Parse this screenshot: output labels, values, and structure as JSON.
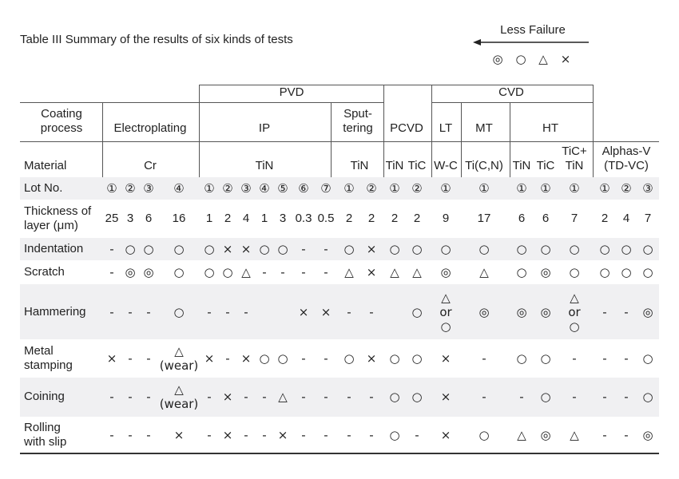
{
  "title": "Table III   Summary of the results of six kinds of tests",
  "legend": {
    "label": "Less Failure",
    "symbols": [
      "◎",
      "○",
      "△",
      "×"
    ]
  },
  "header": {
    "pvd": "PVD",
    "cvd": "CVD",
    "coating_process_label": "Coating\nprocess",
    "processes": {
      "electroplating": "Electroplating",
      "ip": "IP",
      "sputtering": "Sput-\ntering",
      "pcvd": "PCVD",
      "lt": "LT",
      "mt": "MT",
      "ht": "HT"
    },
    "material_label": "Material",
    "materials": [
      "Cr",
      "TiN",
      "TiN",
      "TiN",
      "TiC",
      "W-C",
      "Ti(C,N)",
      "TiN",
      "TiC",
      "TiC+\nTiN",
      "Alphas-V\n(TD-VC)"
    ]
  },
  "rows": [
    {
      "label": "Lot No.",
      "cells": [
        "①",
        "②",
        "③",
        "④",
        "①",
        "②",
        "③",
        "④",
        "⑤",
        "⑥",
        "⑦",
        "①",
        "②",
        "①",
        "②",
        "①",
        "①",
        "①",
        "①",
        "①",
        "①",
        "②",
        "③"
      ]
    },
    {
      "label": "Thickness of\nlayer (μm)",
      "cells": [
        "25",
        "3",
        "6",
        "16",
        "1",
        "2",
        "4",
        "1",
        "3",
        "0.3",
        "0.5",
        "2",
        "2",
        "2",
        "2",
        "9",
        "17",
        "6",
        "6",
        "7",
        "2",
        "4",
        "7"
      ]
    },
    {
      "label": "Indentation",
      "cells": [
        "-",
        "○",
        "○",
        "○",
        "○",
        "×",
        "×",
        "○",
        "○",
        "-",
        "-",
        "○",
        "×",
        "○",
        "○",
        "○",
        "○",
        "○",
        "○",
        "○",
        "○",
        "○",
        "○"
      ]
    },
    {
      "label": "Scratch",
      "cells": [
        "-",
        "◎",
        "◎",
        "○",
        "○",
        "○",
        "△",
        "-",
        "-",
        "-",
        "-",
        "△",
        "×",
        "△",
        "△",
        "◎",
        "△",
        "○",
        "◎",
        "○",
        "○",
        "○",
        "○"
      ]
    },
    {
      "label": "Hammering",
      "cells": [
        "-",
        "-",
        "-",
        "○",
        "-",
        "-",
        "-",
        "",
        "",
        "×",
        "×",
        "-",
        "-",
        "",
        "○",
        "△\nor\n○",
        "◎",
        "◎",
        "◎",
        "△\nor\n○",
        "-",
        "-",
        "◎"
      ]
    },
    {
      "label": "Metal\nstamping",
      "cells": [
        "×",
        "-",
        "-",
        "△\n(wear)",
        "×",
        "-",
        "×",
        "○",
        "○",
        "-",
        "-",
        "○",
        "×",
        "○",
        "○",
        "×",
        "-",
        "○",
        "○",
        "-",
        "-",
        "-",
        "○"
      ]
    },
    {
      "label": "Coining",
      "cells": [
        "-",
        "-",
        "-",
        "△\n(wear)",
        "-",
        "×",
        "-",
        "-",
        "△",
        "-",
        "-",
        "-",
        "-",
        "○",
        "○",
        "×",
        "-",
        "-",
        "○",
        "-",
        "-",
        "-",
        "○"
      ]
    },
    {
      "label": "Rolling\nwith slip",
      "cells": [
        "-",
        "-",
        "-",
        "×",
        "-",
        "×",
        "-",
        "-",
        "×",
        "-",
        "-",
        "-",
        "-",
        "○",
        "-",
        "×",
        "○",
        "△",
        "◎",
        "△",
        "-",
        "-",
        "◎"
      ]
    }
  ]
}
